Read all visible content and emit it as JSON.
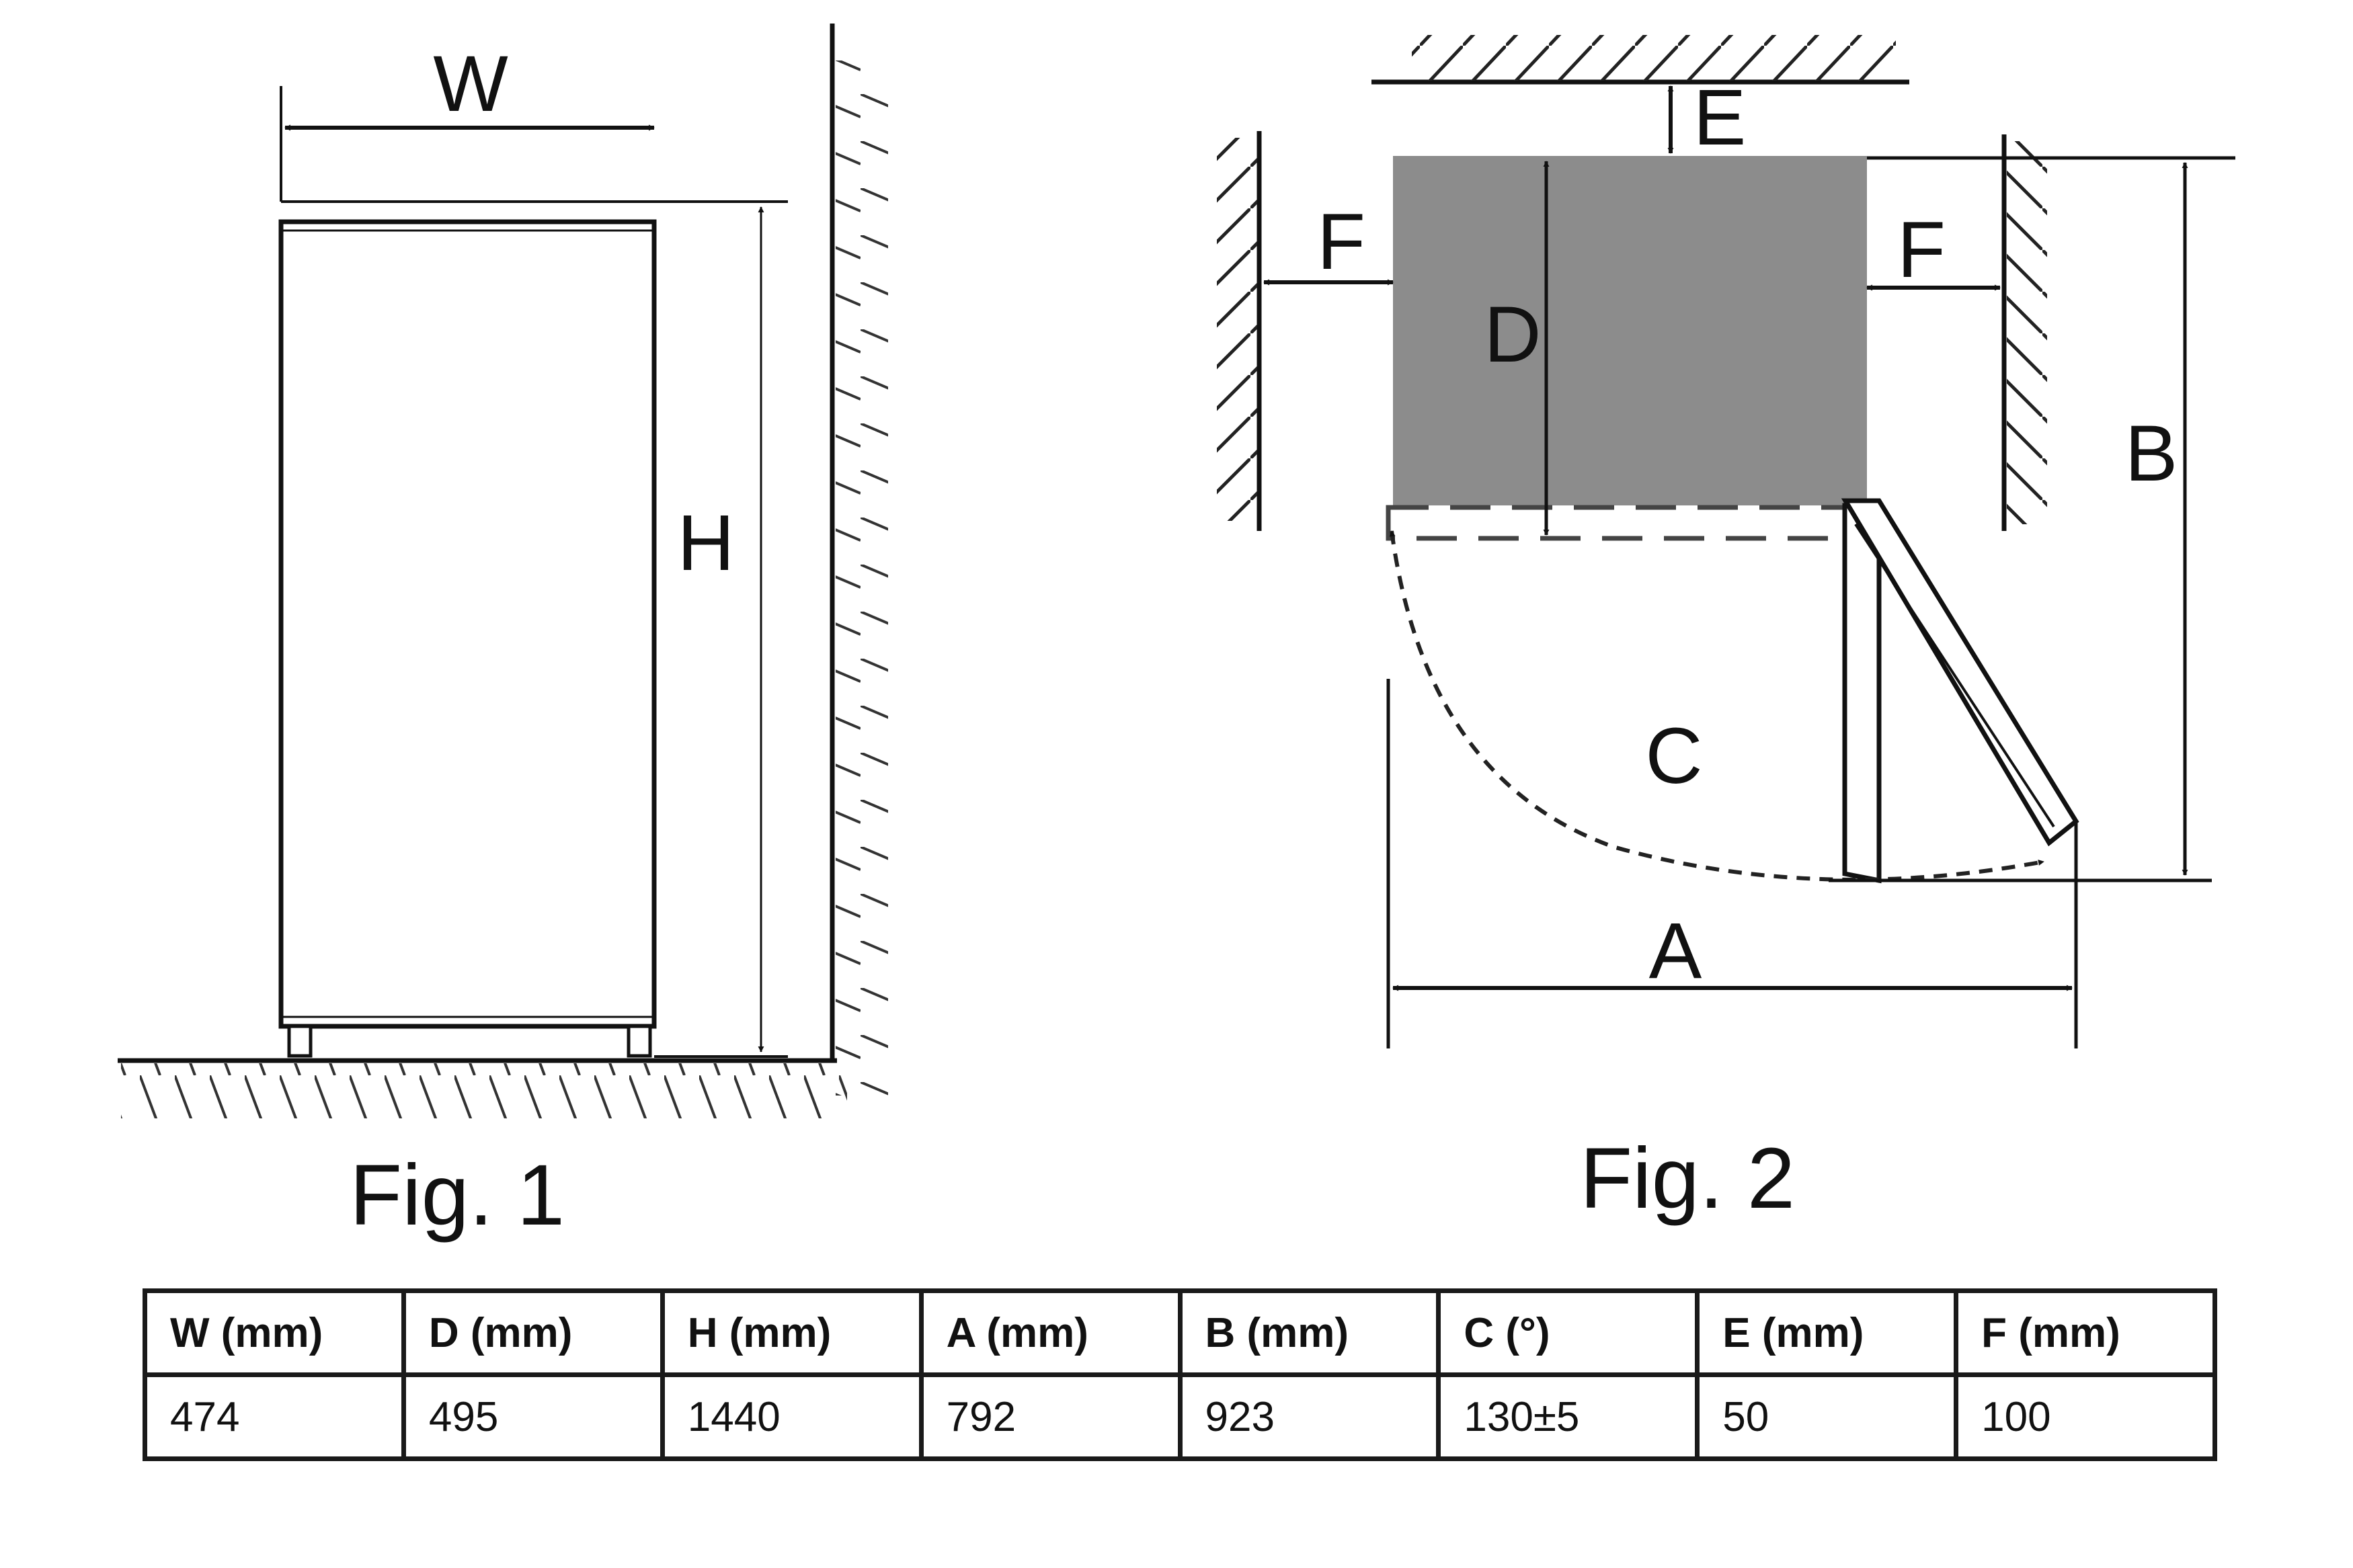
{
  "figures": {
    "fig1": {
      "caption": "Fig. 1",
      "labels": {
        "width": "W",
        "height": "H"
      }
    },
    "fig2": {
      "caption": "Fig. 2",
      "labels": {
        "a": "A",
        "b": "B",
        "c": "C",
        "d": "D",
        "e": "E",
        "f_left": "F",
        "f_right": "F"
      }
    }
  },
  "specs_table": {
    "headers": [
      "W (mm)",
      "D (mm)",
      "H (mm)",
      "A (mm)",
      "B (mm)",
      "C (°)",
      "E (mm)",
      "F (mm)"
    ],
    "values": [
      "474",
      "495",
      "1440",
      "792",
      "923",
      "130±5",
      "50",
      "100"
    ]
  }
}
